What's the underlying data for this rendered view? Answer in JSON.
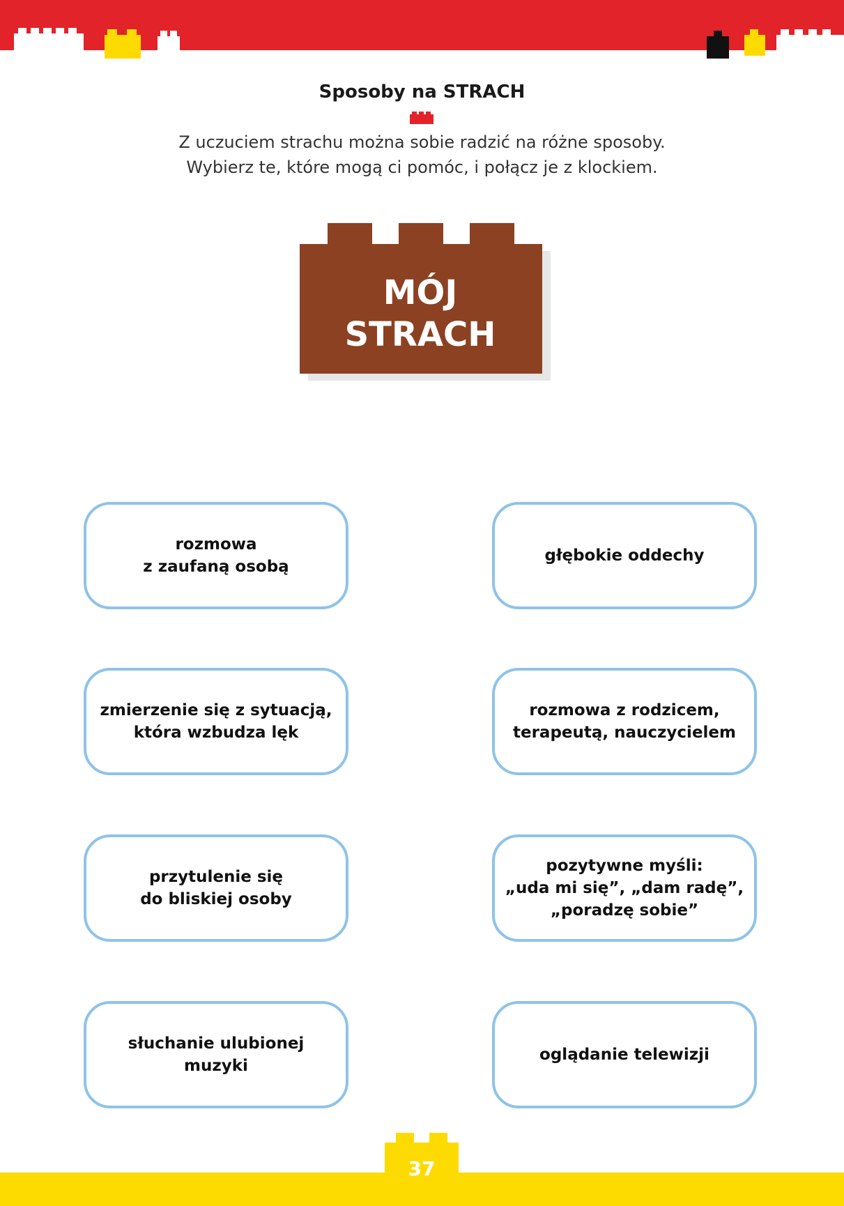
{
  "header": {
    "title": "Sposoby na STRACH",
    "instruction_line1": "Z uczuciem strachu można sobie radzić na różne sposoby.",
    "instruction_line2": "Wybierz te, które mogą ci pomóc, i połącz je z klockiem."
  },
  "brick": {
    "line1": "MÓJ",
    "line2": "STRACH"
  },
  "options": [
    {
      "text": "rozmowa\nz zaufaną osobą"
    },
    {
      "text": "głębokie oddechy"
    },
    {
      "text": "zmierzenie się z sytuacją,\nktóra wzbudza lęk"
    },
    {
      "text": "rozmowa z rodzicem,\nterapeutą, nauczycielem"
    },
    {
      "text": "przytulenie się\ndo bliskiej osoby"
    },
    {
      "text": "pozytywne myśli:\n„uda mi się”, „dam radę”,\n„poradzę sobie”"
    },
    {
      "text": "słuchanie ulubionej\nmuzyki"
    },
    {
      "text": "oglądanie telewizji"
    }
  ],
  "footer": {
    "page_number": "37"
  },
  "colors": {
    "top_band": "#e2232a",
    "bottom_band": "#fedb00",
    "brick_brown": "#8b4122",
    "box_border": "#8fc3e8"
  }
}
